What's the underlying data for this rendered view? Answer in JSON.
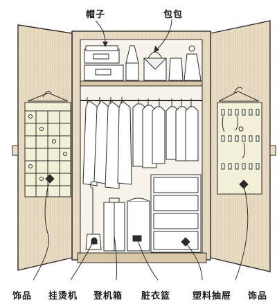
{
  "labels": {
    "hat": "帽子",
    "bag": "包包",
    "accessories_left": "饰品",
    "steamer": "挂烫机",
    "suitcase": "登机箱",
    "laundry_basket": "脏衣篮",
    "plastic_drawer": "塑料抽屉",
    "accessories_right": "饰品"
  },
  "colors": {
    "outline": "#2b2b2b",
    "wood": "#e9dcc4",
    "wood_dark": "#c9b692",
    "organizer_fabric": "#f2f0d6",
    "white_item": "#ffffff",
    "background": "#ffffff"
  }
}
